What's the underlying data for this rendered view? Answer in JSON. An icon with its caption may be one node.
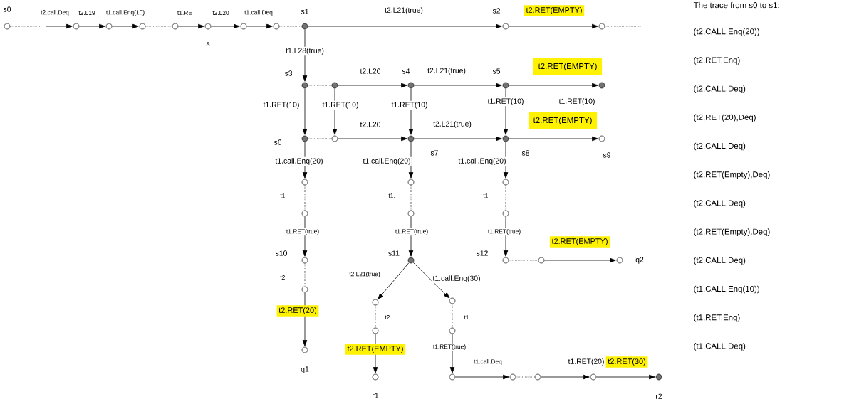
{
  "diagram": {
    "nodes": [
      {
        "text": [],
        "shape": "circle",
        "beside": [
          "s0"
        ]
      },
      {
        "text": [],
        "shape": "circle"
      },
      {
        "text": [],
        "shape": "circle"
      },
      {
        "text": [],
        "shape": "circle"
      },
      {
        "text": [],
        "shape": "circle"
      },
      {
        "text": [],
        "shape": "circle",
        "beside": [
          "s"
        ]
      },
      {
        "text": [],
        "shape": "circle"
      },
      {
        "text": [],
        "shape": "circle"
      },
      {
        "text": [],
        "shape": "dot",
        "beside": [
          "s1"
        ]
      },
      {
        "text": [],
        "shape": "circle",
        "beside": [
          "s2"
        ]
      },
      {
        "text": [],
        "shape": "circle"
      },
      {
        "text": [],
        "shape": "dot",
        "beside": [
          "s3"
        ]
      },
      {
        "text": [],
        "shape": "dot"
      },
      {
        "text": [],
        "shape": "dot",
        "beside": [
          "s4"
        ]
      },
      {
        "text": [],
        "shape": "dot",
        "beside": [
          "s5"
        ]
      },
      {
        "text": [],
        "shape": "dot"
      },
      {
        "text": [],
        "shape": "dot",
        "beside": [
          "s6"
        ]
      },
      {
        "text": [],
        "shape": "circle"
      },
      {
        "text": [],
        "shape": "dot",
        "beside": [
          "s7"
        ]
      },
      {
        "text": [],
        "shape": "dot",
        "beside": [
          "s8"
        ]
      },
      {
        "text": [],
        "shape": "circle",
        "beside": [
          "s9"
        ]
      },
      {
        "text": [],
        "shape": "circle"
      },
      {
        "text": [],
        "shape": "circle"
      },
      {
        "text": [],
        "shape": "circle",
        "beside": [
          "s10"
        ]
      },
      {
        "text": [],
        "shape": "circle"
      },
      {
        "text": [],
        "shape": "circle",
        "beside": [
          "q1"
        ]
      },
      {
        "text": [],
        "shape": "circle"
      },
      {
        "text": [],
        "shape": "circle"
      },
      {
        "text": [],
        "shape": "dot",
        "beside": [
          "s11"
        ]
      },
      {
        "text": [],
        "shape": "circle"
      },
      {
        "text": [],
        "shape": "circle"
      },
      {
        "text": [],
        "shape": "circle",
        "beside": [
          "r1"
        ]
      },
      {
        "text": [],
        "shape": "circle"
      },
      {
        "text": [],
        "shape": "circle"
      },
      {
        "text": [],
        "shape": "circle"
      },
      {
        "text": [],
        "shape": "circle"
      },
      {
        "text": [],
        "shape": "circle"
      },
      {
        "text": [],
        "shape": "circle"
      },
      {
        "text": [],
        "shape": "dot",
        "beside": [
          "r2"
        ]
      },
      {
        "text": [],
        "shape": "circle"
      },
      {
        "text": [],
        "shape": "circle"
      },
      {
        "text": [],
        "shape": "circle",
        "beside": [
          "s12"
        ]
      },
      {
        "text": [],
        "shape": "circle"
      },
      {
        "text": [],
        "shape": "circle",
        "beside": [
          "q2"
        ]
      }
    ],
    "edges": [
      {
        "from": 0,
        "to": null,
        "arrow": "none",
        "style": "dashed"
      },
      {
        "from": null,
        "to": 1,
        "arrow": "to",
        "label": "t2.call.Deq"
      },
      {
        "from": 1,
        "to": 2,
        "arrow": "to",
        "label": "t2.L19"
      },
      {
        "from": 2,
        "to": 3,
        "arrow": "to",
        "label": "t1.call.Enq(10)"
      },
      {
        "from": 3,
        "to": 4,
        "arrow": "none",
        "style": "dashed"
      },
      {
        "from": 4,
        "to": 5,
        "arrow": "to",
        "label": "t1.RET"
      },
      {
        "from": 5,
        "to": 6,
        "arrow": "to",
        "label": "t2.L20"
      },
      {
        "from": 6,
        "to": 7,
        "arrow": "to",
        "label": "t1.call.Deq"
      },
      {
        "from": 7,
        "to": 8,
        "arrow": "none",
        "style": "dashed"
      },
      {
        "from": 8,
        "to": 9,
        "arrow": "to",
        "label": "t2.L21(true)"
      },
      {
        "from": 9,
        "to": 10,
        "arrow": "to",
        "label": "t2.RET(EMPTY)"
      },
      {
        "from": 10,
        "to": null,
        "arrow": "none",
        "style": "dashed"
      },
      {
        "from": 8,
        "to": 11,
        "arrow": "to",
        "label": "t1.L28(true)"
      },
      {
        "from": 11,
        "to": 12,
        "arrow": "none",
        "style": "dashed"
      },
      {
        "from": 12,
        "to": 13,
        "arrow": "to",
        "label": "t2.L20"
      },
      {
        "from": 13,
        "to": 14,
        "arrow": "to",
        "label": "t2.L21(true)"
      },
      {
        "from": 14,
        "to": 15,
        "arrow": "to",
        "label": "t2.RET(EMPTY)"
      },
      {
        "from": 11,
        "to": 16,
        "arrow": "to",
        "label": "t1.RET(10)"
      },
      {
        "from": 12,
        "to": 17,
        "arrow": "to",
        "label": "t1.RET(10)"
      },
      {
        "from": 13,
        "to": 18,
        "arrow": "to",
        "label": "t1.RET(10)"
      },
      {
        "from": 14,
        "to": 19,
        "arrow": "to",
        "label": "t1.RET(10)"
      },
      {
        "from": 16,
        "to": 17,
        "arrow": "none",
        "style": "dashed"
      },
      {
        "from": 17,
        "to": 18,
        "arrow": "to",
        "label": "t2.L20"
      },
      {
        "from": 18,
        "to": 19,
        "arrow": "to",
        "label": "t2.L21(true)"
      },
      {
        "from": 19,
        "to": 20,
        "arrow": "to",
        "label": "t2.RET(EMPTY)"
      },
      {
        "from": 16,
        "to": 21,
        "arrow": "to",
        "label": "t1.call.Enq(20)"
      },
      {
        "from": 21,
        "to": 22,
        "arrow": "none",
        "style": "dashed",
        "label": "t1."
      },
      {
        "from": 22,
        "to": 23,
        "arrow": "to",
        "label": "t1.RET(true)"
      },
      {
        "from": 23,
        "to": 24,
        "arrow": "none",
        "style": "dashed",
        "label": "t2."
      },
      {
        "from": 24,
        "to": 25,
        "arrow": "to",
        "label": "t2.RET(20)"
      },
      {
        "from": 18,
        "to": 26,
        "arrow": "to",
        "label": "t1.call.Enq(20)"
      },
      {
        "from": 26,
        "to": 27,
        "arrow": "none",
        "style": "dashed",
        "label": "t1."
      },
      {
        "from": 27,
        "to": 28,
        "arrow": "to",
        "label": "t1.RET(true)"
      },
      {
        "from": 28,
        "to": 29,
        "arrow": "to",
        "label": "t2.L21(true)"
      },
      {
        "from": 28,
        "to": 32,
        "arrow": "to",
        "label": "t1.call.Enq(30)"
      },
      {
        "from": 29,
        "to": 30,
        "arrow": "none",
        "style": "dashed",
        "label": "t2."
      },
      {
        "from": 30,
        "to": 31,
        "arrow": "to",
        "label": "t2.RET(EMPTY)"
      },
      {
        "from": 32,
        "to": 33,
        "arrow": "none",
        "style": "dashed",
        "label": "t1."
      },
      {
        "from": 33,
        "to": 34,
        "arrow": "to",
        "label": "t1.RET(true)"
      },
      {
        "from": 34,
        "to": 35,
        "arrow": "to",
        "label": "t1.call.Deq"
      },
      {
        "from": 35,
        "to": 36,
        "arrow": "none",
        "style": "dashed"
      },
      {
        "from": 36,
        "to": 37,
        "arrow": "to",
        "label": "t1.RET(20)"
      },
      {
        "from": 37,
        "to": 38,
        "arrow": "to",
        "label": "t2.RET(30)"
      },
      {
        "from": 19,
        "to": 39,
        "arrow": "to",
        "label": "t1.call.Enq(20)"
      },
      {
        "from": 39,
        "to": 40,
        "arrow": "none",
        "style": "dashed",
        "label": "t1."
      },
      {
        "from": 40,
        "to": 41,
        "arrow": "to",
        "label": "t1.RET(true)"
      },
      {
        "from": 41,
        "to": 42,
        "arrow": "none",
        "style": "dashed"
      },
      {
        "from": 42,
        "to": 43,
        "arrow": "to",
        "label": "t2.RET(EMPTY)"
      }
    ],
    "labels": [
      "t1.RET(10)",
      "The trace from s0 to s1:",
      "(t2,CALL,Enq(20))",
      "(t2,RET,Enq)",
      "(t2,CALL,Deq)",
      "(t2,RET(20),Deq)",
      "(t2,CALL,Deq)",
      "(t2,RET(Empty),Deq)",
      "(t2,CALL,Deq)",
      "(t2,RET(Empty),Deq)",
      "(t2,CALL,Deq)",
      "(t1,CALL,Enq(10))",
      "(t1,RET,Enq)",
      "(t1,CALL,Deq)"
    ]
  }
}
